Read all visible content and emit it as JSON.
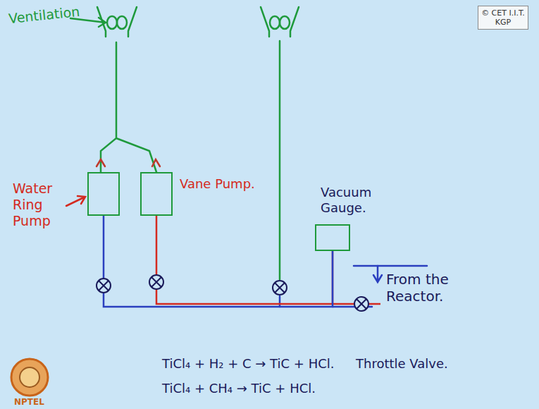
{
  "diagram": {
    "nodes": [
      {
        "text": [
          "© CET I.I.T. KGP"
        ]
      },
      {
        "text": [
          "Water Ring Pump"
        ]
      },
      {
        "text": [
          "Vane Pump."
        ]
      },
      {
        "text": [
          "Vacuum Gauge."
        ]
      }
    ],
    "edges": [
      {
        "from": 1,
        "to": 3,
        "arrow": "none"
      },
      {
        "from": 2,
        "to": 3,
        "arrow": "none"
      }
    ],
    "labels": [
      "Ventilation",
      "From the Reactor.",
      "Throttle Valve.",
      "TiCl₄ + H₂ + C → TiC + HCl.",
      "TiCl₄ + CH₄ → TiC + HCl.",
      "NPTEL"
    ]
  }
}
